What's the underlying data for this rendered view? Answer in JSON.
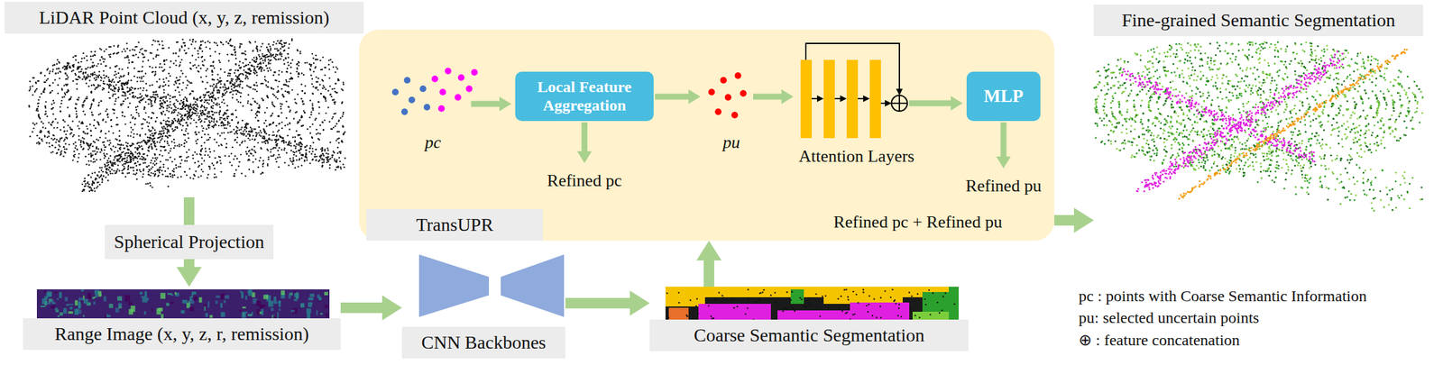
{
  "diagram": {
    "nodes": [
      {
        "text": [
          "LiDAR Point Cloud (x, y, z, remission)"
        ]
      },
      {
        "text": [
          "Range Image (x, y, z, r, remission)"
        ]
      },
      {
        "text": [
          "CNN Backbones"
        ]
      },
      {
        "text": [
          "Coarse Semantic Segmentation"
        ]
      },
      {
        "text": [
          "TransUPR"
        ]
      },
      {
        "text": [
          "Local Feature Aggregation"
        ],
        "in": 4
      },
      {
        "text": [
          "MLP"
        ],
        "in": 4
      },
      {
        "text": [
          "Fine-grained Semantic Segmentation"
        ]
      }
    ],
    "edges": [
      {
        "from": 0,
        "to": 1,
        "label": "Spherical Projection",
        "arrow": "to"
      },
      {
        "from": 1,
        "to": 2,
        "arrow": "to"
      },
      {
        "from": 2,
        "to": 3,
        "arrow": "to"
      },
      {
        "from": 3,
        "to": 4,
        "arrow": "to"
      },
      {
        "from": 4,
        "to": 7,
        "arrow": "to"
      }
    ],
    "labels": [
      "pc",
      "Refined pc",
      "pu",
      "Attention Layers",
      "Refined pu",
      "Refined pc + Refined  pu",
      "pc : points with Coarse Semantic Information",
      "pu: selected uncertain points",
      "⊕ : feature concatenation"
    ]
  }
}
